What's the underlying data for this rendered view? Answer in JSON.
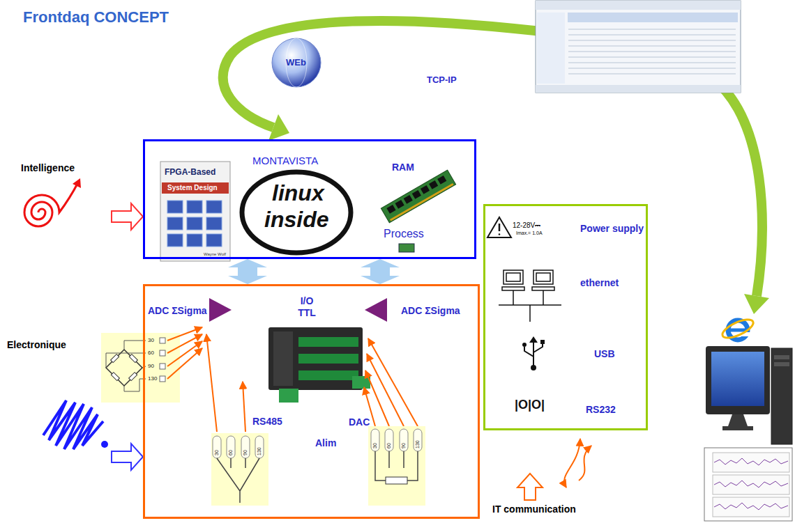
{
  "diagram": {
    "title": "Frontdaq CONCEPT",
    "nodes": [
      {
        "text": [
          "WEb"
        ]
      },
      {
        "text": [
          "MONTAVISTA",
          "RAM",
          "Process"
        ]
      },
      {
        "text": [
          "ADC ΣSigma",
          "I/O TTL",
          "ADC ΣSigma",
          "RS485",
          "DAC",
          "Alim"
        ]
      },
      {
        "text": [
          "30",
          "60",
          "90",
          "130"
        ]
      },
      {
        "text": [
          "30",
          "60",
          "90",
          "130"
        ],
        "in": 2
      },
      {
        "text": [
          "30",
          "60",
          "90",
          "130"
        ],
        "in": 2
      },
      {
        "text": [
          "Power supply",
          "ethernet",
          "USB",
          "RS232"
        ]
      }
    ],
    "edges": [
      {
        "from": 1,
        "to": 2,
        "arrow": "both"
      },
      {
        "from": 1,
        "to": 2,
        "arrow": "both"
      }
    ],
    "labels": [
      "TCP-IP",
      "FPGA-Based",
      "System Design",
      "Wayne Wolf",
      "linux",
      "inside",
      "Intelligence",
      "Electronique",
      "12-28V⎓",
      "Imax.= 1.0A",
      "|O|O|",
      "IT communication"
    ]
  }
}
